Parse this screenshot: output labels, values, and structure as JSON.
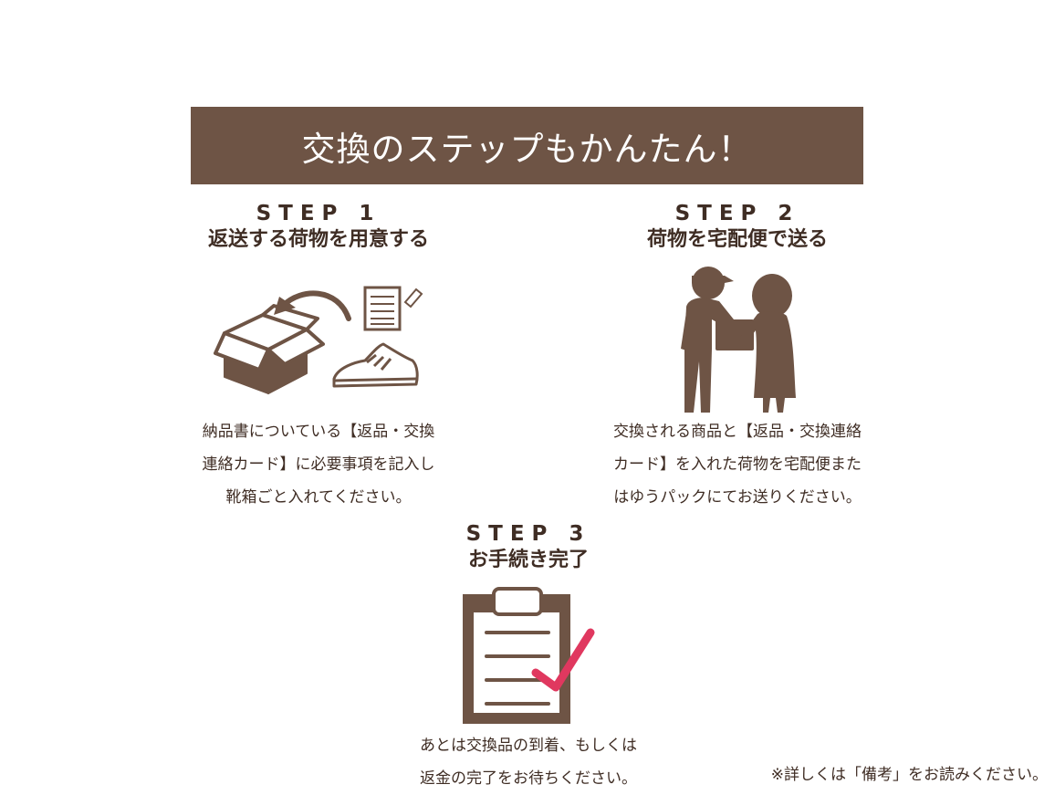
{
  "banner": {
    "title": "交換のステップもかんたん！"
  },
  "steps": [
    {
      "label": "STEP 1",
      "title": "返送する荷物を用意する",
      "icon": "box-shoes-document-icon",
      "lines": [
        "納品書についている【返品・交換",
        "連絡カード】に必要事項を記入し",
        "靴箱ごと入れてください。"
      ]
    },
    {
      "label": "STEP 2",
      "title": "荷物を宅配便で送る",
      "icon": "delivery-handover-icon",
      "lines": [
        "交換される商品と【返品・交換連絡",
        "カード】を入れた荷物を宅配便また",
        "はゆうパックにてお送りください。"
      ]
    },
    {
      "label": "STEP 3",
      "title": "お手続き完了",
      "icon": "clipboard-check-icon",
      "lines": [
        "あとは交換品の到着、もしくは",
        "返金の完了をお待ちください。"
      ]
    }
  ],
  "footnote": "※詳しくは「備考」をお読みください。",
  "colors": {
    "banner_bg": "#6e5445",
    "icon_brown": "#6e5445",
    "text_dark": "#3f2d24",
    "check_pink": "#e0385f"
  }
}
